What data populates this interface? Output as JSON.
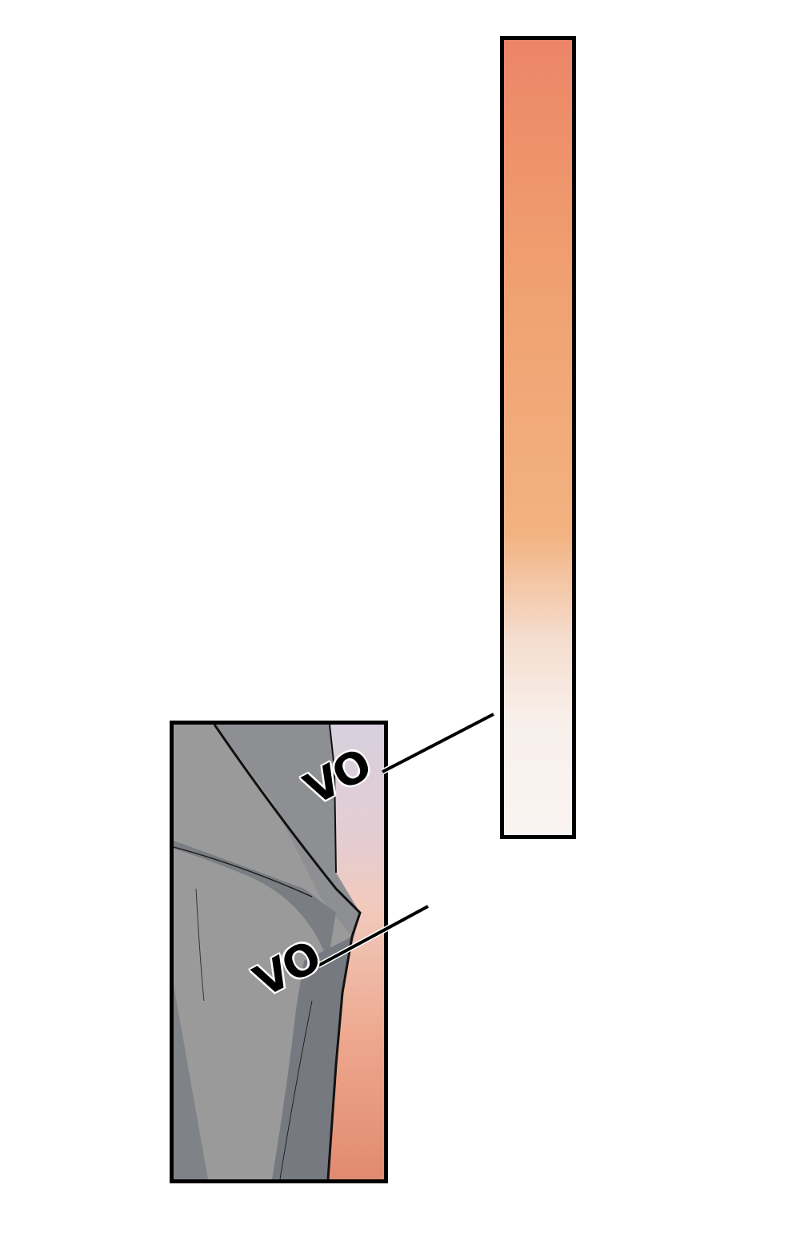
{
  "panels": [
    {
      "id": "top-right-panel",
      "description_colors": [
        "#ec8567",
        "#f2aa77",
        "#faf4f2"
      ]
    },
    {
      "id": "bottom-left-panel",
      "description_colors": [
        "#9a9a9a",
        "#767a80",
        "#e5907a"
      ]
    }
  ],
  "sound_effects": [
    {
      "text": "VO"
    },
    {
      "text": "VO"
    }
  ]
}
